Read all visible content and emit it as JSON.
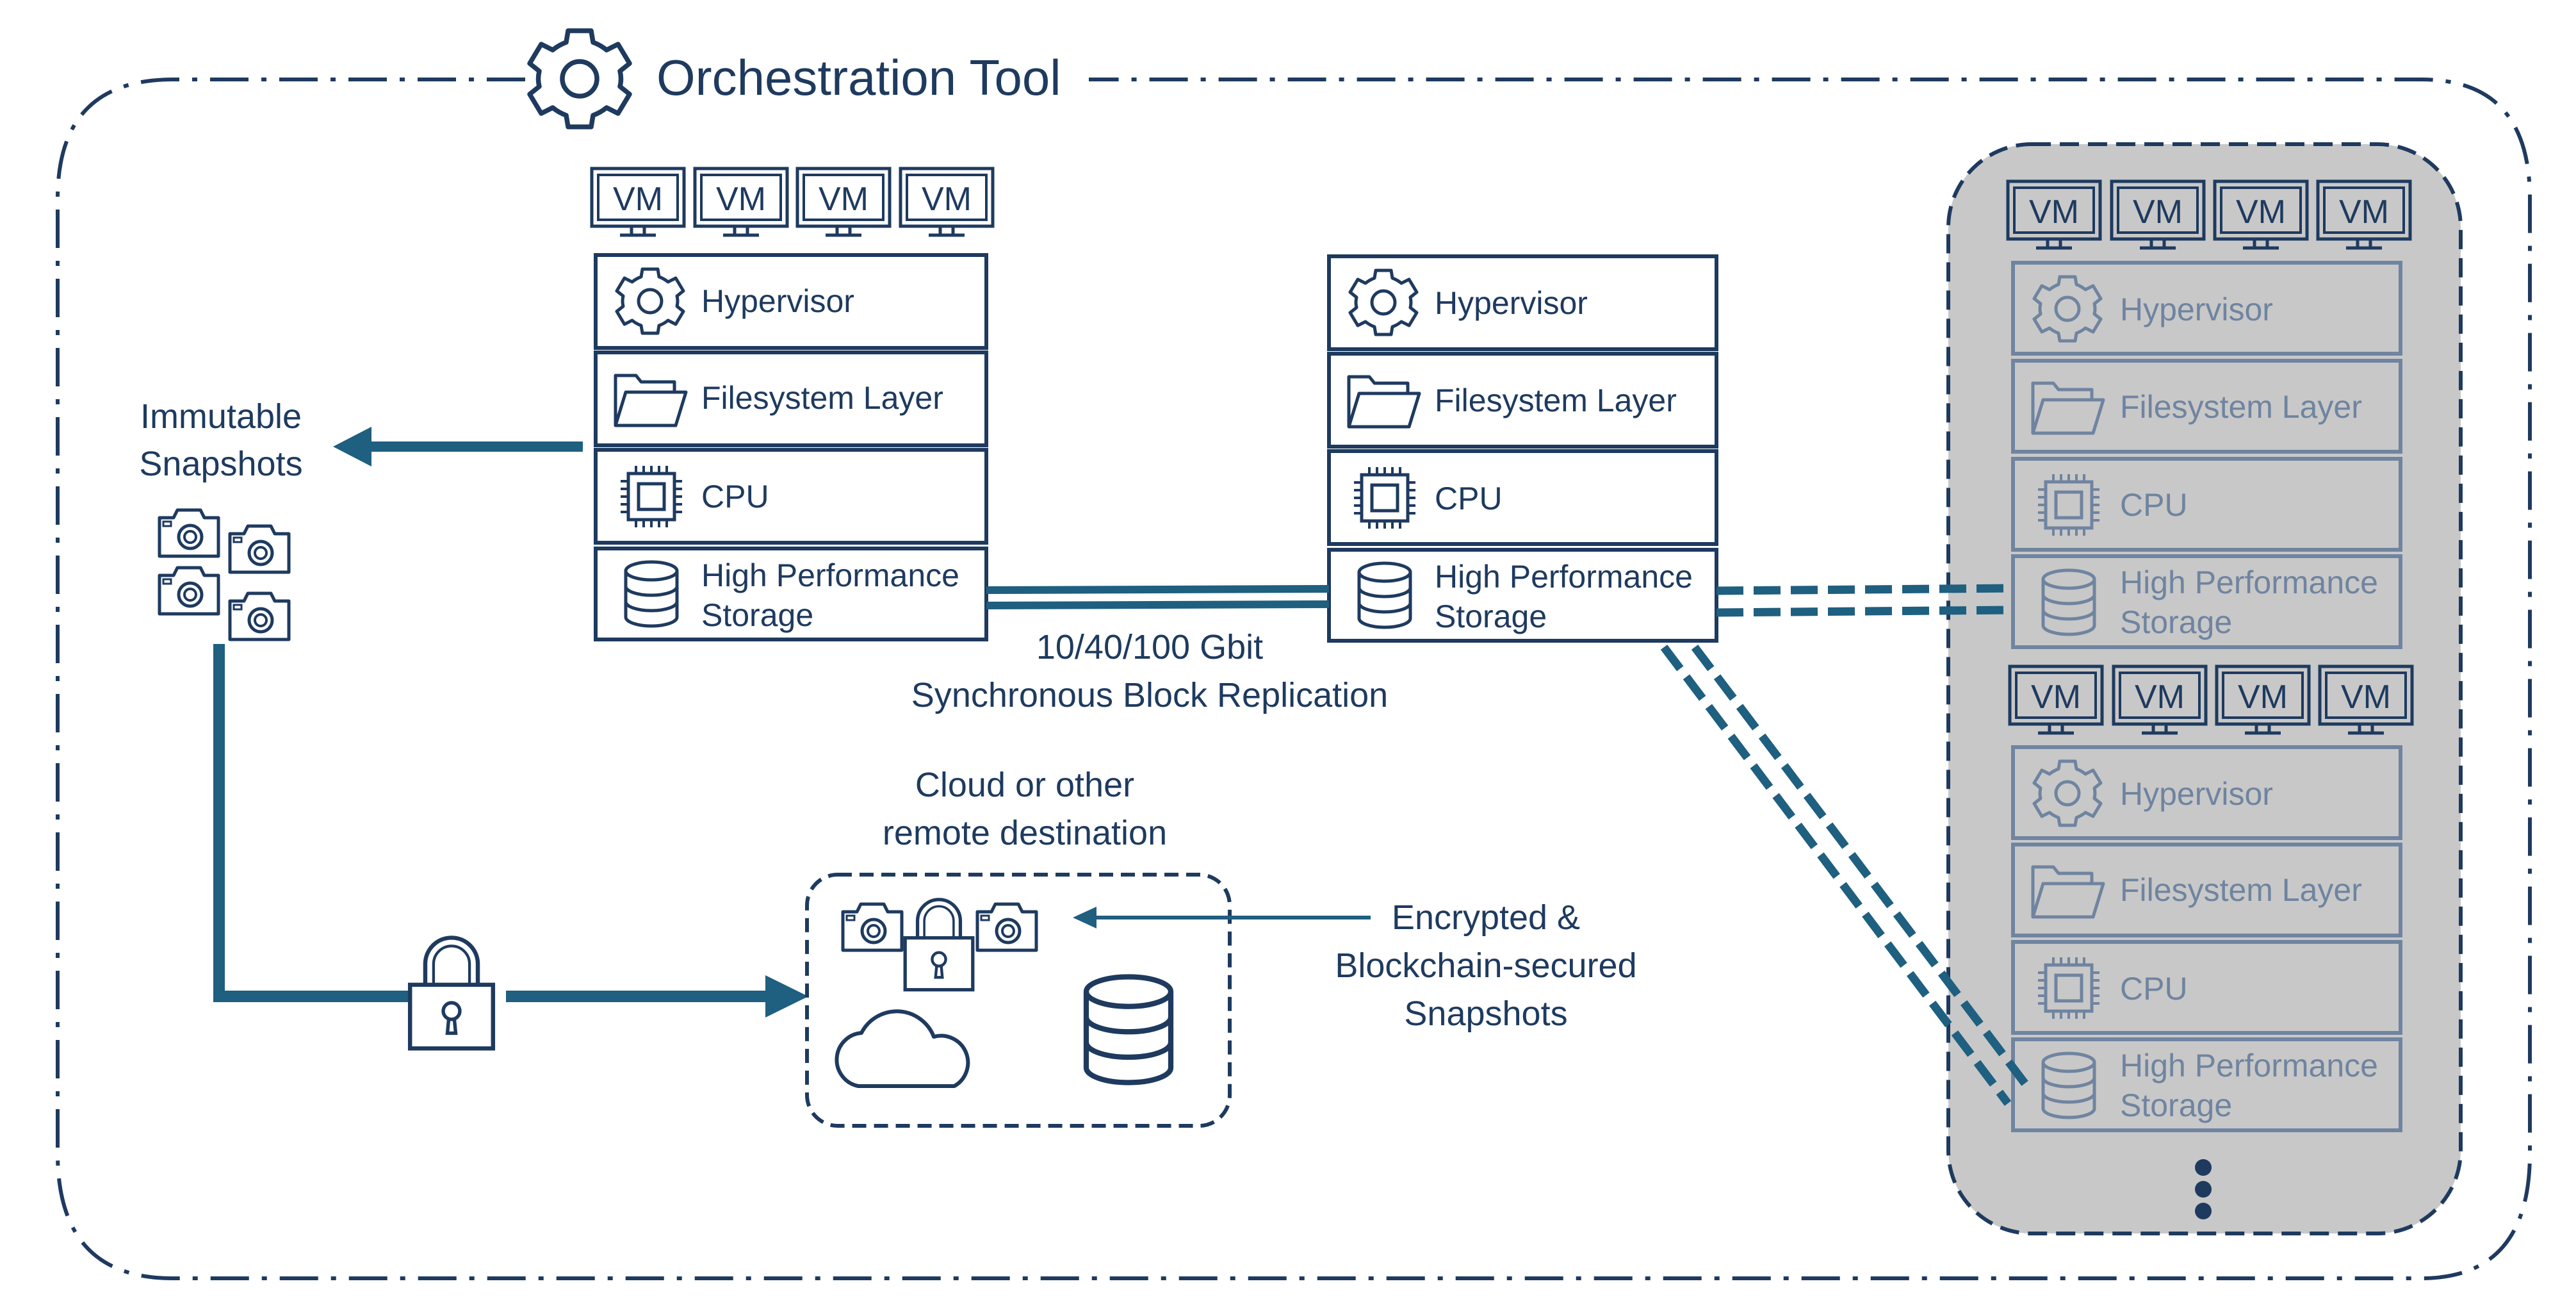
{
  "title": "Orchestration Tool",
  "colors": {
    "primary": "#1e3a5f",
    "accent": "#1f5f80",
    "greyed_panel": "#c8c8c8",
    "greyed_stroke": "#6f84a0",
    "background": "#ffffff"
  },
  "vm_label": "VM",
  "layers": {
    "hypervisor": "Hypervisor",
    "filesystem": "Filesystem Layer",
    "cpu": "CPU",
    "storage_line1": "High Performance",
    "storage_line2": "Storage"
  },
  "immutable": {
    "line1": "Immutable",
    "line2": "Snapshots"
  },
  "replication": {
    "line1": "10/40/100 Gbit",
    "line2": "Synchronous Block Replication"
  },
  "cloud": {
    "line1": "Cloud or other",
    "line2": "remote destination"
  },
  "encrypted": {
    "line1": "Encrypted &",
    "line2": "Blockchain-secured",
    "line3": "Snapshots"
  },
  "icons": [
    "gear-icon",
    "folder-icon",
    "cpu-chip-icon",
    "database-icon",
    "monitor-icon",
    "camera-icon",
    "padlock-icon",
    "cloud-icon",
    "ellipsis-icon"
  ]
}
